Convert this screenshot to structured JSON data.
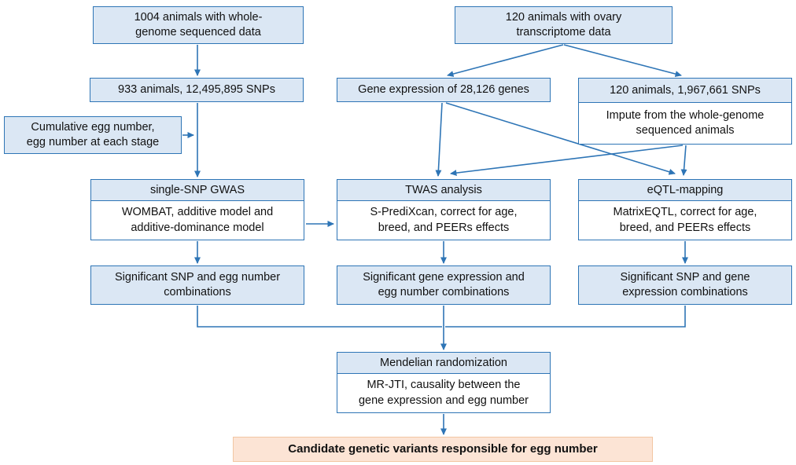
{
  "colors": {
    "box_fill": "#dbe7f4",
    "box_border": "#2e75b6",
    "arrow_color": "#2e75b6",
    "candidate_fill": "#fce4d5",
    "candidate_border": "#f2c6a2",
    "text_color": "#111111"
  },
  "nodes": {
    "wgs_source": {
      "label": "1004 animals with whole-\ngenome sequenced data"
    },
    "ovary_source": {
      "label": "120 animals with ovary\ntranscriptome data"
    },
    "snps_933": {
      "label": "933 animals, 12,495,895 SNPs"
    },
    "gene_expression": {
      "label": "Gene expression of 28,126 genes"
    },
    "snps_120": {
      "label": "120 animals, 1,967,661 SNPs",
      "detail": "Impute from the whole-genome\nsequenced animals"
    },
    "phenotype": {
      "label": "Cumulative egg number,\negg number at each stage"
    },
    "gwas": {
      "label": "single-SNP GWAS",
      "detail": "WOMBAT, additive model and\nadditive-dominance model"
    },
    "twas": {
      "label": "TWAS analysis",
      "detail": "S-PrediXcan, correct for age,\nbreed, and PEERs effects"
    },
    "eqtl": {
      "label": "eQTL-mapping",
      "detail": "MatrixEQTL, correct  for age,\nbreed, and PEERs effects"
    },
    "sig_gwas": {
      "label": "Significant SNP and egg number\ncombinations"
    },
    "sig_twas": {
      "label": "Significant gene expression and\negg number combinations"
    },
    "sig_eqtl": {
      "label": "Significant SNP and gene\nexpression combinations"
    },
    "mendelian": {
      "label": "Mendelian randomization",
      "detail": "MR-JTI, causality between the\ngene expression and egg number"
    },
    "candidate": {
      "label": "Candidate genetic variants responsible for egg number"
    }
  }
}
